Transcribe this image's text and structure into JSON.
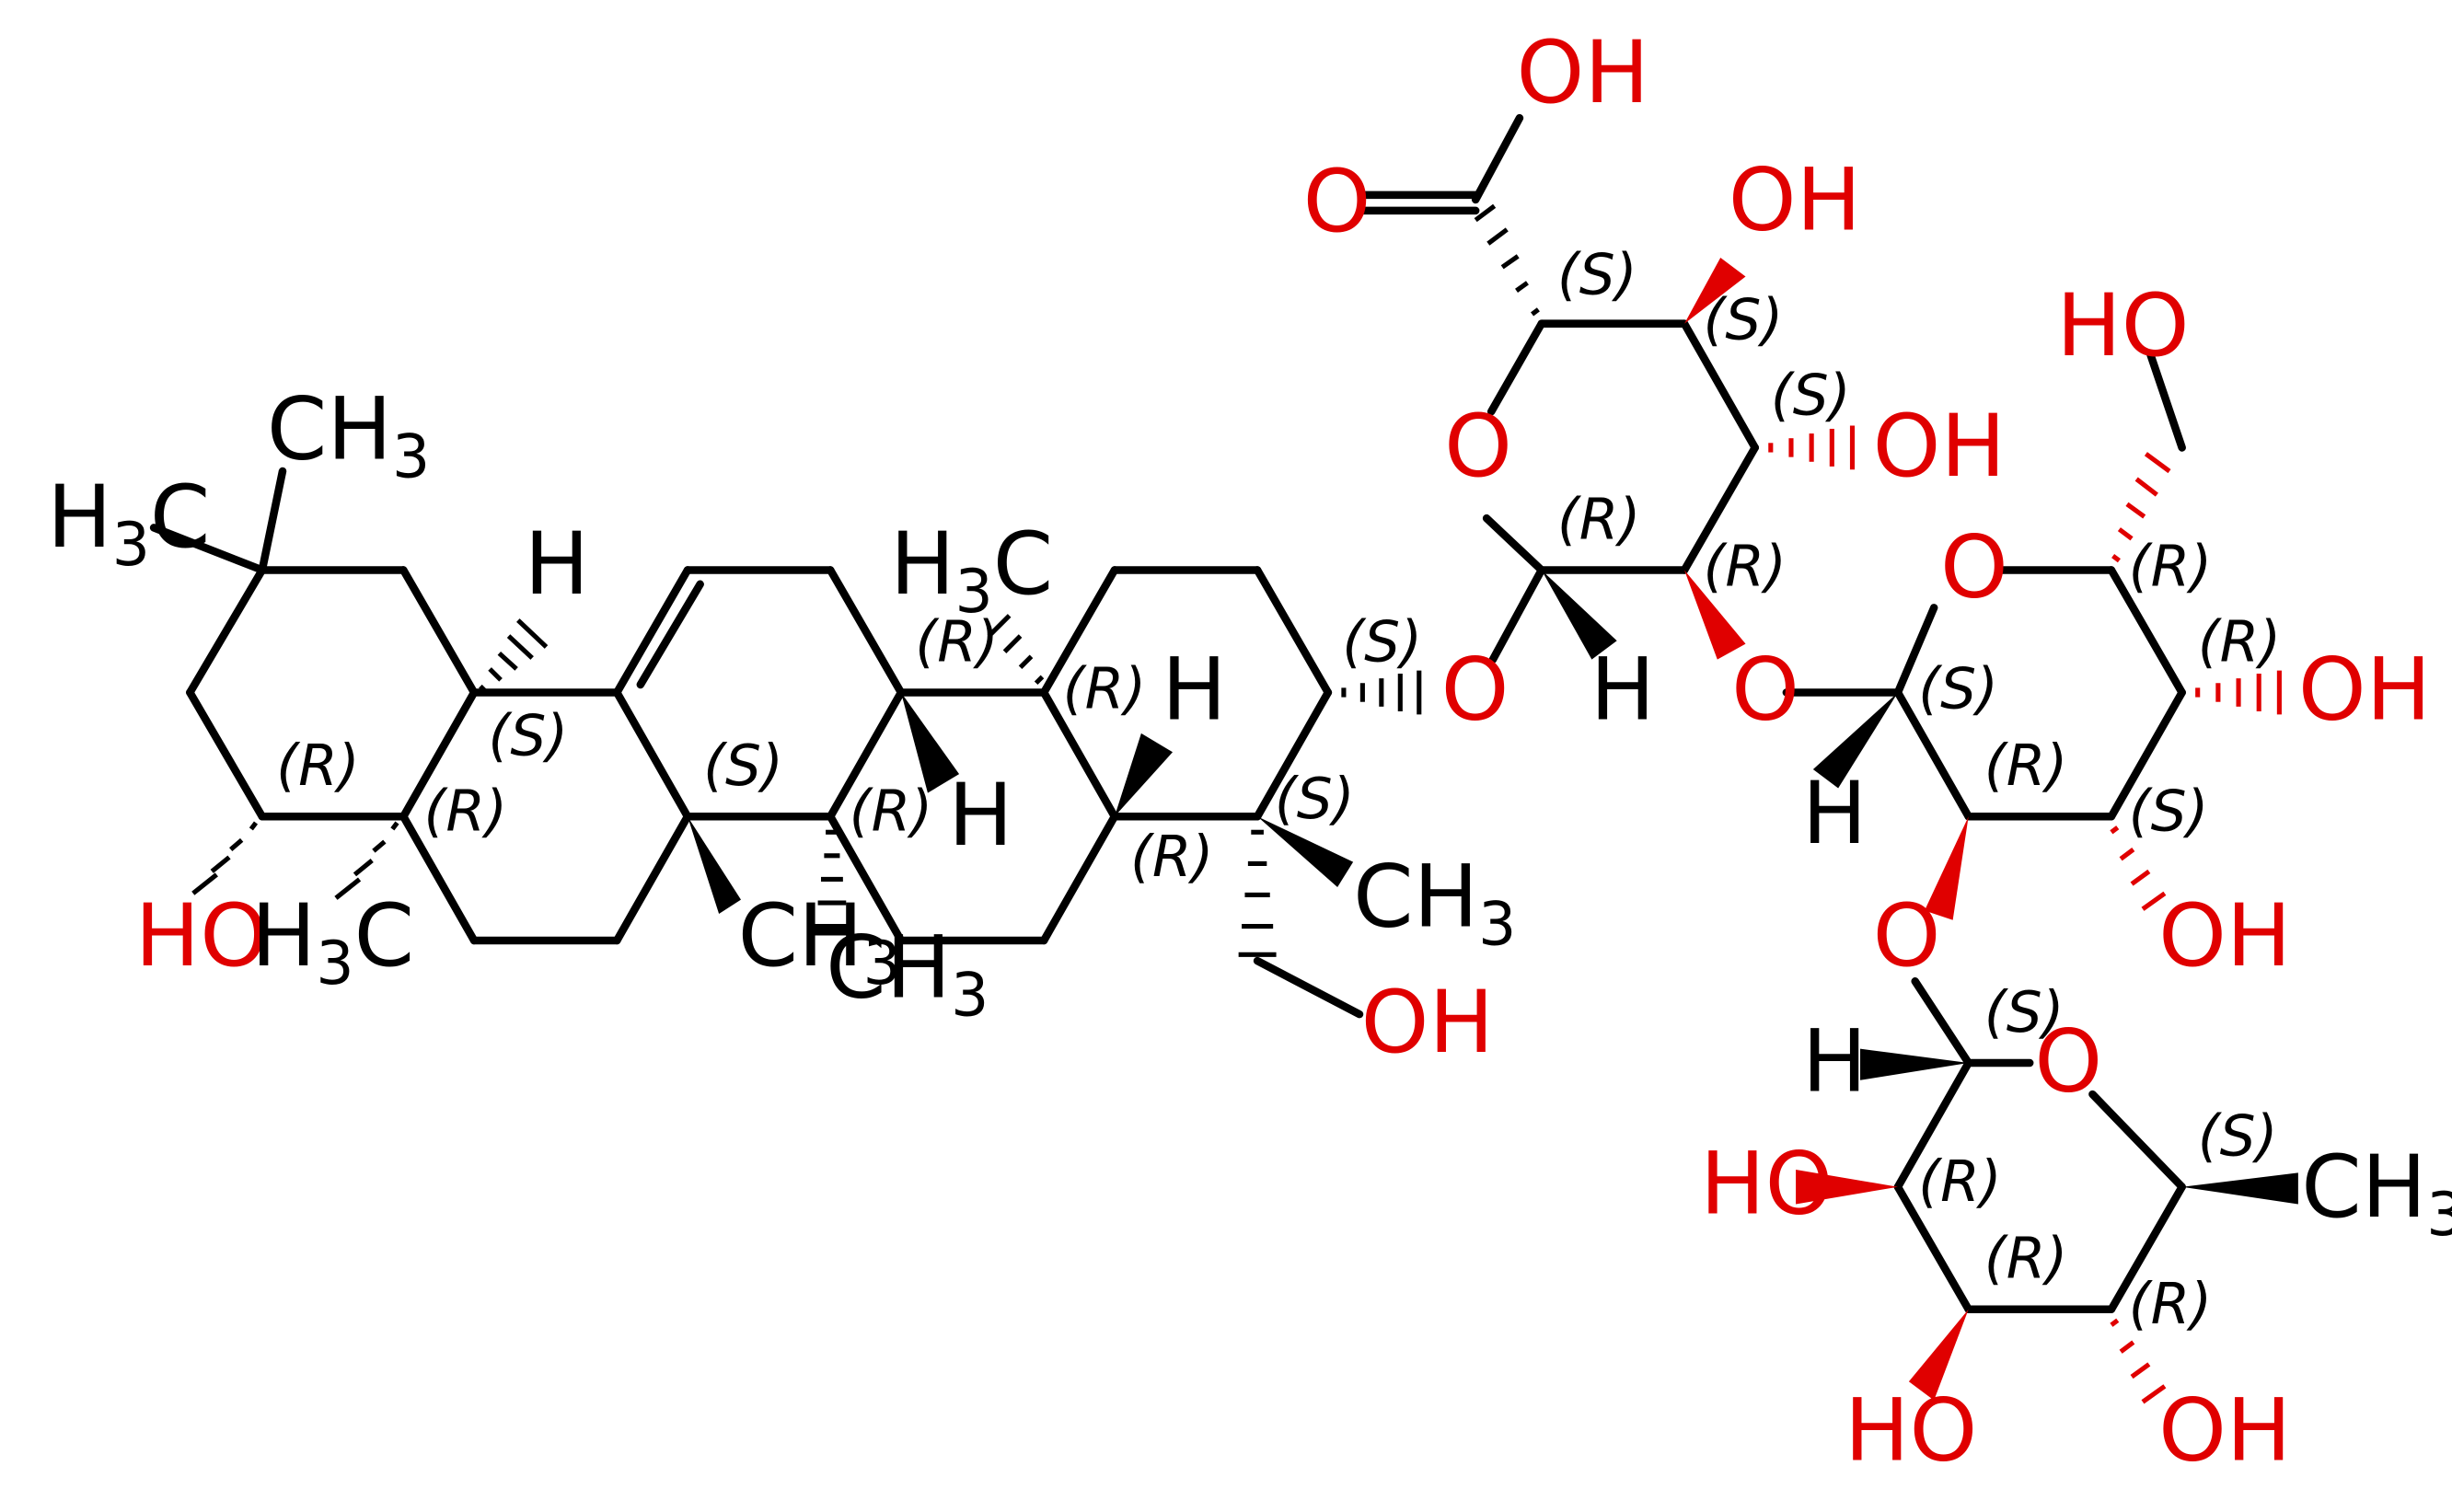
{
  "colors": {
    "carbon": "#000000",
    "oxygen": "#e00000",
    "hydrogen": "#000000",
    "background": "#ffffff"
  },
  "atoms": {
    "ch3_top": "CH3",
    "h3c_left": "H3C",
    "h_c18": "H",
    "ho_c3": "HO",
    "h3c_c23": "H3C",
    "ch3_c26": "CH3",
    "ch3_c25": "CH3",
    "h3c_c27": "H3C",
    "h_c9": "H",
    "h_c13": "H",
    "o_ether": "O",
    "ch3_c24": "CH3",
    "oh_c24": "OH",
    "o_ring_a": "O",
    "h_anomer_a": "H",
    "o_link_ab": "O",
    "oh_acid": "OH",
    "o_carbonyl": "O",
    "oh_a4": "OH",
    "oh_a3": "OH",
    "ho_b6": "HO",
    "o_ring_b": "O",
    "oh_b4": "OH",
    "oh_b3": "OH",
    "h_anomer_b": "H",
    "o_link_bc": "O",
    "h_anomer_c": "H",
    "o_ring_c": "O",
    "ho_c2": "HO",
    "ch3_c6": "CH3",
    "ho_c3s": "HO",
    "oh_c4": "OH"
  },
  "stereo_labels": {
    "c18": "(S)",
    "c3": "(R)",
    "c4": "(R)",
    "c14": "(S)",
    "c8": "(R)",
    "c9": "(R)",
    "c10": "(R)",
    "c5": "(R)",
    "c3_sug": "(S)",
    "c4_sug": "(S)",
    "a1": "(R)",
    "a2": "(R)",
    "a3": "(S)",
    "a4": "(S)",
    "a5": "(S)",
    "b1": "(S)",
    "b2": "(R)",
    "b3": "(S)",
    "b4": "(R)",
    "b5": "(R)",
    "c1": "(S)",
    "c2": "(R)",
    "c3s": "(R)",
    "c4s": "(R)",
    "c5s": "(S)"
  }
}
